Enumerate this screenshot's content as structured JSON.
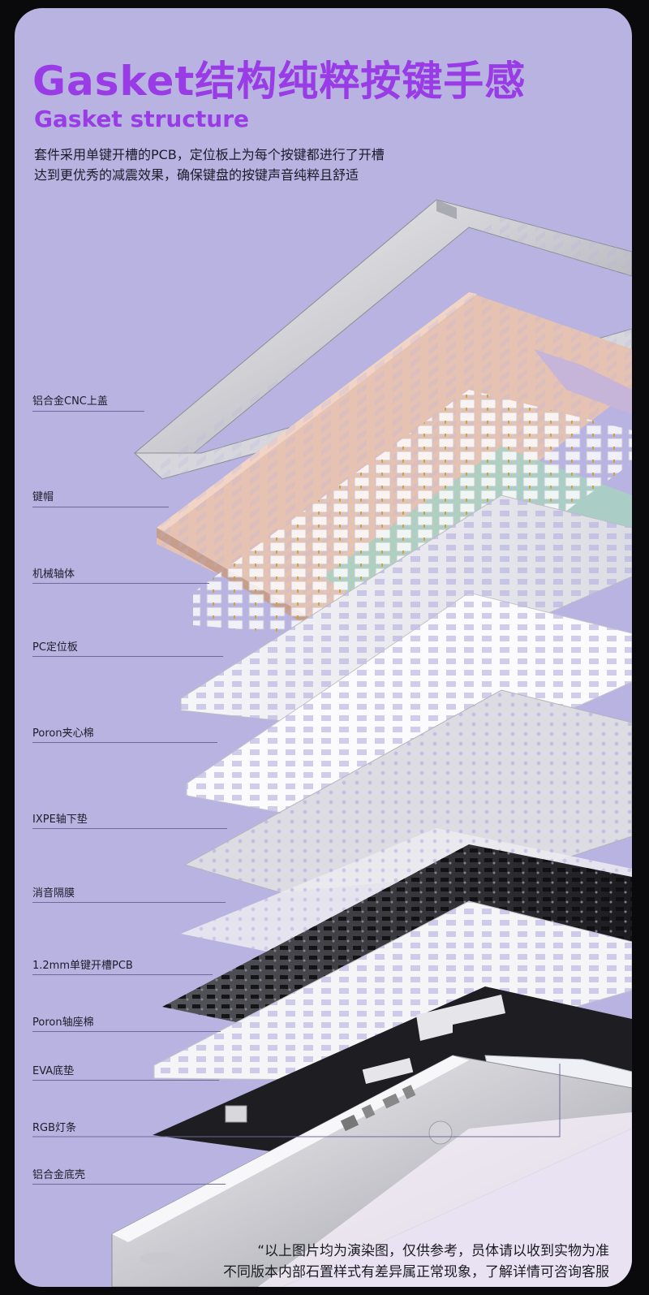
{
  "header": {
    "title": "Gasket结构纯粹按键手感",
    "subtitle": "Gasket structure",
    "desc_lines": [
      "套件采用单键开槽的PCB，定位板上为每个按键都进行了开槽",
      "达到更优秀的减震效果，确保键盘的按键声音纯粹且舒适"
    ]
  },
  "layers": [
    {
      "label": "铝合金CNC上盖"
    },
    {
      "label": "键帽"
    },
    {
      "label": "机械轴体"
    },
    {
      "label": "PC定位板"
    },
    {
      "label": "Poron夹心棉"
    },
    {
      "label": "IXPE轴下垫"
    },
    {
      "label": "消音隔膜"
    },
    {
      "label": "1.2mm单键开槽PCB"
    },
    {
      "label": "Poron轴座棉"
    },
    {
      "label": "EVA底垫"
    },
    {
      "label": "RGB灯条"
    },
    {
      "label": "铝合金底壳"
    }
  ],
  "footer": {
    "lines": [
      "“以上图片均为演染图，仅供参考，员体请以收到实物为准",
      "不同版本内部石置样式有差异属正常现象，了解详情可咨询客服"
    ]
  },
  "colors": {
    "background": "#b8b3e0",
    "accent": "#9a3ce6",
    "keycap_pink": "#e8b8a4",
    "keycap_green": "#a7cfc0",
    "keycap_purple": "#c9b8d8",
    "pcb": "#2a2a2e",
    "plate": "#f2f2f6"
  }
}
